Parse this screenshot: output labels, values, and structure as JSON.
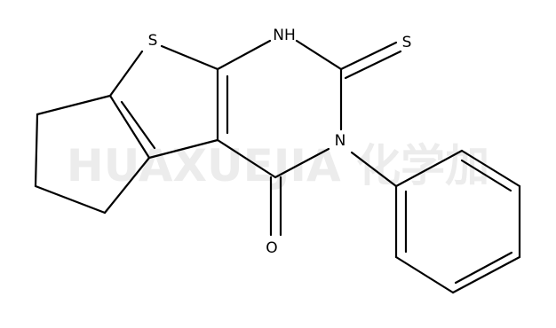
{
  "watermark": {
    "text": "HUAXUEJIA 化学加",
    "color": "#ececec"
  },
  "molecule": {
    "bond_color": "#000000",
    "label_color": "#000000",
    "atom_labels": {
      "ring_sulfur": "S",
      "nh": "NH",
      "thione_sulfur": "S",
      "n_phenyl": "N",
      "carbonyl_oxygen": "O"
    }
  }
}
